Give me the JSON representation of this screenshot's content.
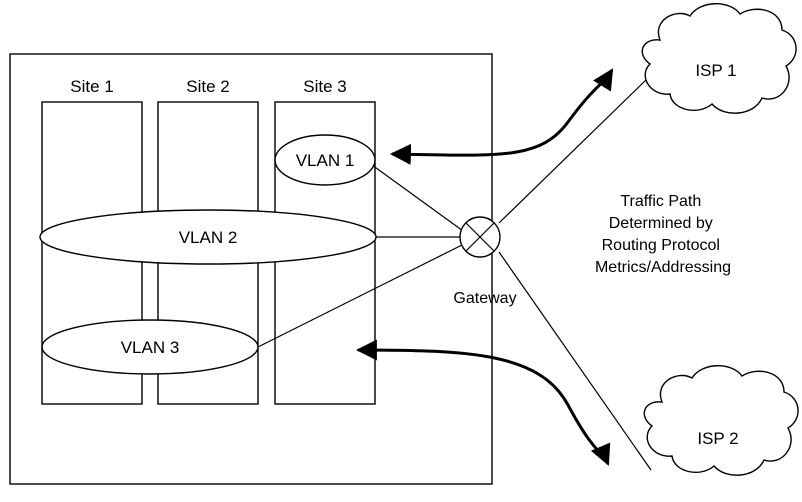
{
  "sites": [
    {
      "label": "Site 1"
    },
    {
      "label": "Site 2"
    },
    {
      "label": "Site 3"
    }
  ],
  "vlans": [
    {
      "label": "VLAN 1"
    },
    {
      "label": "VLAN 2"
    },
    {
      "label": "VLAN 3"
    }
  ],
  "gateway": {
    "label": "Gateway"
  },
  "isps": [
    {
      "label": "ISP 1"
    },
    {
      "label": "ISP 2"
    }
  ],
  "note": {
    "lines": [
      "Traffic Path",
      "Determined by",
      "Routing Protocol",
      "Metrics/Addressing"
    ]
  }
}
